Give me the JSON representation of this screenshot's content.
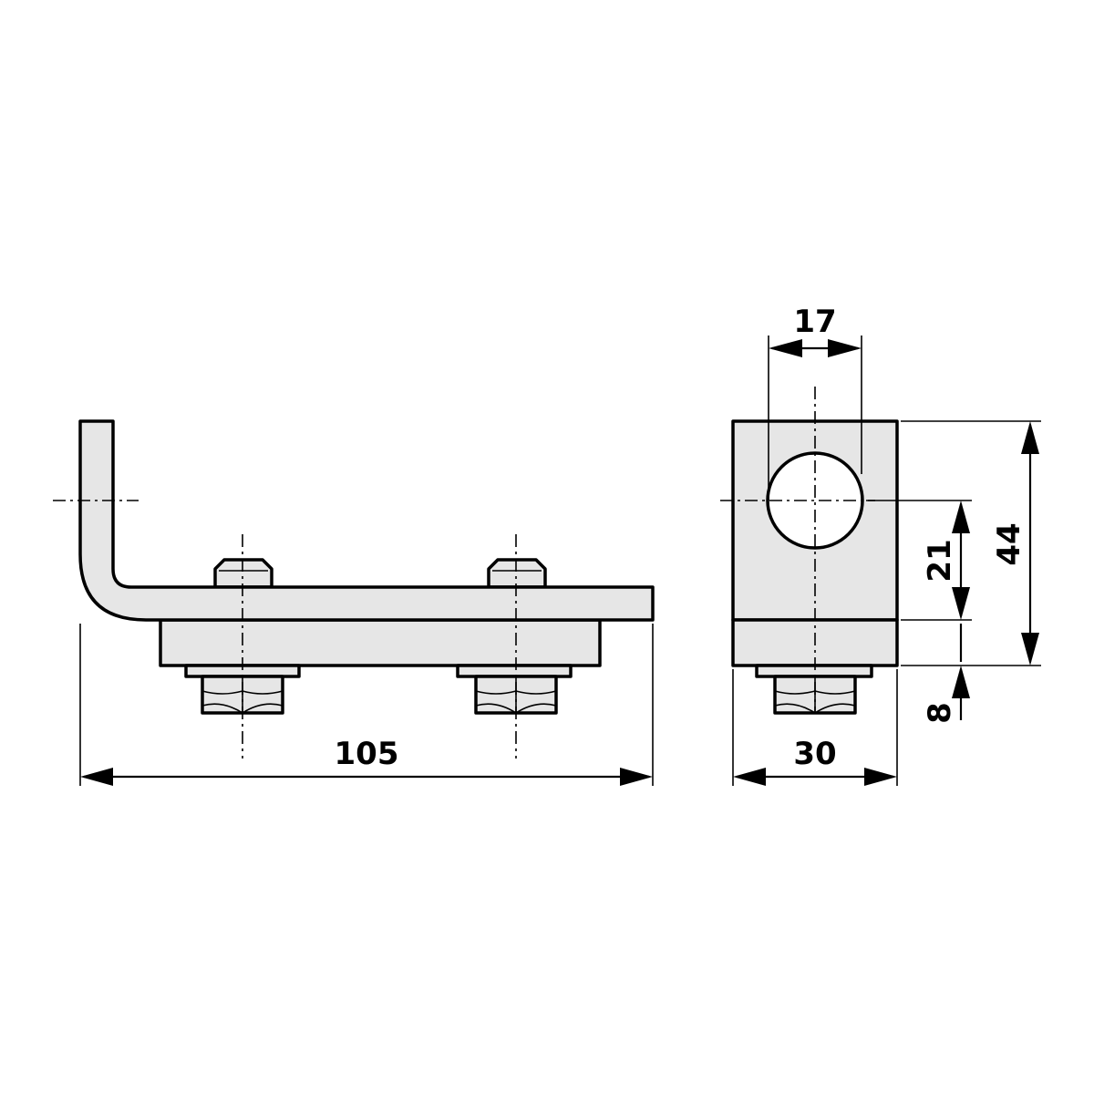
{
  "dimensions": {
    "overall_length": "105",
    "hole_diameter": "17",
    "block_width": "30",
    "block_height": "44",
    "hole_center_height": "21",
    "base_thickness": "8"
  },
  "colors": {
    "part_fill": "#e6e6e6",
    "line": "#000000",
    "background": "#ffffff"
  }
}
